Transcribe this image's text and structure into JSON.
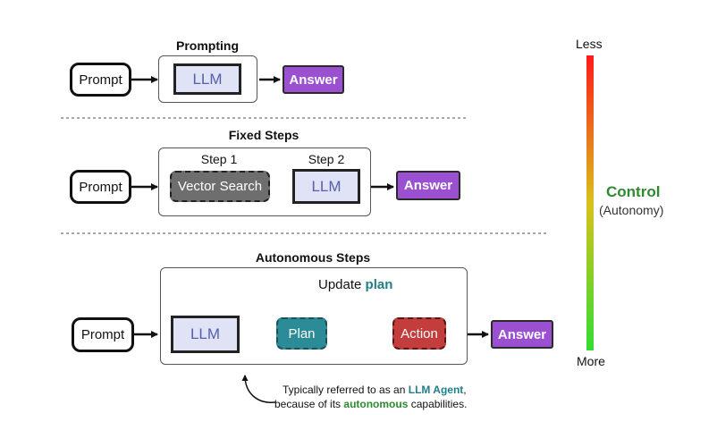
{
  "prompting": {
    "title": "Prompting",
    "prompt_label": "Prompt",
    "llm_label": "LLM",
    "answer_label": "Answer"
  },
  "fixed": {
    "title": "Fixed Steps",
    "step1_label": "Step 1",
    "step2_label": "Step 2",
    "prompt_label": "Prompt",
    "vector_search_label": "Vector Search",
    "llm_label": "LLM",
    "answer_label": "Answer"
  },
  "autonomous": {
    "title": "Autonomous Steps",
    "update_prefix": "Update",
    "update_highlight": "plan",
    "prompt_label": "Prompt",
    "llm_label": "LLM",
    "plan_label": "Plan",
    "action_label": "Action",
    "answer_label": "Answer"
  },
  "note": {
    "line1_prefix": "Typically referred to as an",
    "line1_highlight": "LLM Agent",
    "line1_suffix": ",",
    "line2_prefix": "because of its",
    "line2_highlight": "autonomous",
    "line2_suffix": "capabilities."
  },
  "scale": {
    "top_label": "Less",
    "bottom_label": "More",
    "title": "Control",
    "subtitle": "(Autonomy)",
    "gradient_top": "#ff1a1a",
    "gradient_bottom": "#33dd33"
  },
  "colors": {
    "answer": "#9b4fd1",
    "llm_fill": "#dfe3f5",
    "plan": "#2b8b96",
    "action": "#c33d3d",
    "vector_search": "#6e6e6e",
    "control_text": "#2e8a2e"
  }
}
